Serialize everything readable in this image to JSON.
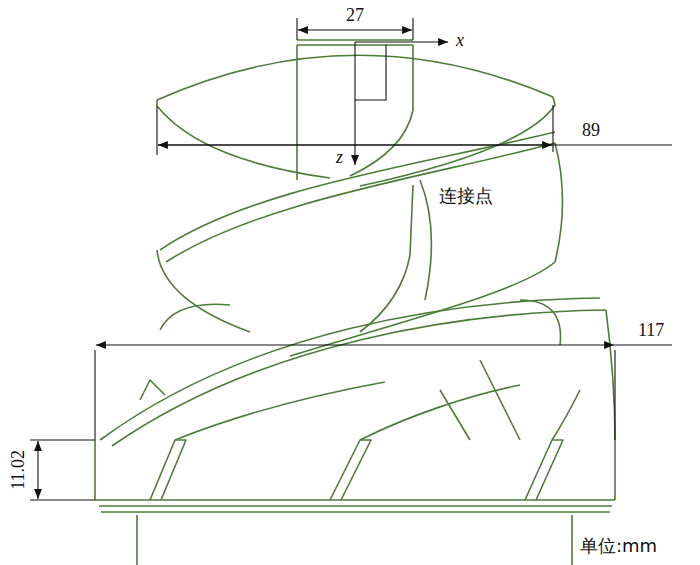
{
  "diagram": {
    "labels": [
      "27",
      "x",
      "z",
      "89",
      "连接点",
      "117",
      "11.02",
      "单位:mm"
    ]
  }
}
